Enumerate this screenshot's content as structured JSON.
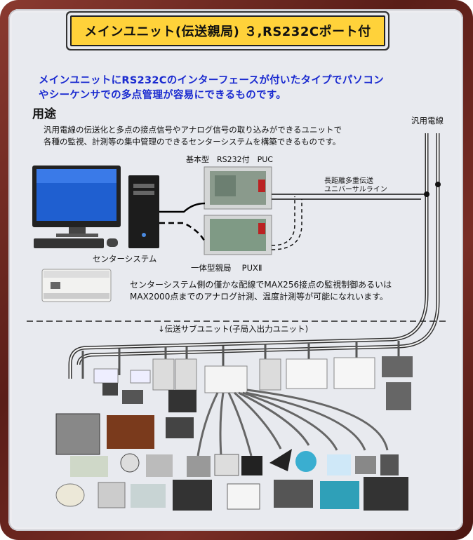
{
  "title": "メインユニット(伝送親局) ３,RS232Cポート付",
  "intro": {
    "line1": "メインユニットにRS232Cのインターフェースが付いたタイプでパソコン",
    "line2": "やシーケンサでの多点管理が容易にできるものです。"
  },
  "usage": {
    "heading": "用途",
    "line1": "汎用電線の伝送化と多点の接点信号やアナログ信号の取り込みができるユニットで",
    "line2": "各種の監視、計測等の集中管理のできるセンターシステムを構築できるものです。"
  },
  "labels": {
    "puc": "基本型　RS232付　PUC",
    "puc_sub": "ＰＵＣ",
    "general_wire": "汎用電線",
    "long_distance_1": "長距離多重伝送",
    "long_distance_2": "ユニバーサルライン",
    "center_system": "センターシステム",
    "pux": "一体型親局　 PUXⅡ",
    "sub_unit": "↓伝送サブユニット(子局入出力ユニット)"
  },
  "note": {
    "line1": "センターシステム側の僅かな配線でMAX256接点の監視制御あるいは",
    "line2": "MAX2000点までのアナログ計測、温度計測等が可能になれいます。"
  },
  "colors": {
    "frame": "#6e2b22",
    "panel": "#e8eaef",
    "title_bg": "#ffd23a",
    "intro_text": "#1a2ad0"
  }
}
